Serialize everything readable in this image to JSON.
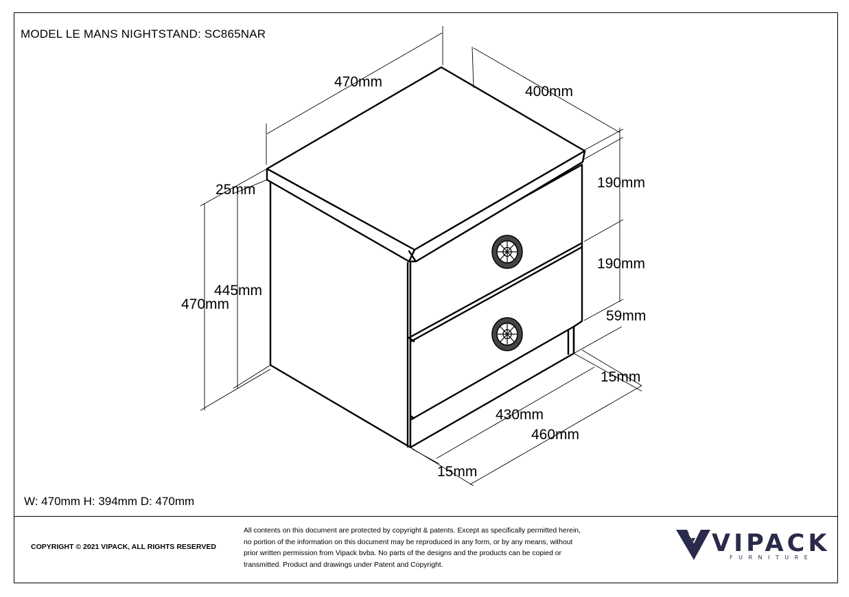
{
  "document": {
    "title": "MODEL LE MANS NIGHTSTAND: SC865NAR",
    "summary": "W: 470mm H: 394mm D: 470mm"
  },
  "dimensions": {
    "top_width": "470mm",
    "top_depth": "400mm",
    "top_thickness": "25mm",
    "inner_height": "445mm",
    "total_height": "470mm",
    "drawer_upper": "190mm",
    "drawer_lower": "190mm",
    "plinth_height": "59mm",
    "plinth_inset_back": "15mm",
    "plinth_inset_front": "15mm",
    "base_width_inner": "430mm",
    "base_width_outer": "460mm"
  },
  "footer": {
    "copyright": "COPYRIGHT  © 2021 VIPACK, ALL RIGHTS RESERVED",
    "legal_lines": [
      "All contents on this document are protected by copyright & patents. Except as specifically permitted herein,",
      "no portion of the information on this document may be reproduced in any form, or by any means, without",
      "prior written permission from Vipack bvba. No parts of the designs and the products can be copied or",
      "transmitted. Product and drawings under Patent and Copyright."
    ]
  },
  "logo": {
    "name": "VIPACK",
    "tagline": "FURNITURE",
    "color": "#2a2a4a"
  }
}
